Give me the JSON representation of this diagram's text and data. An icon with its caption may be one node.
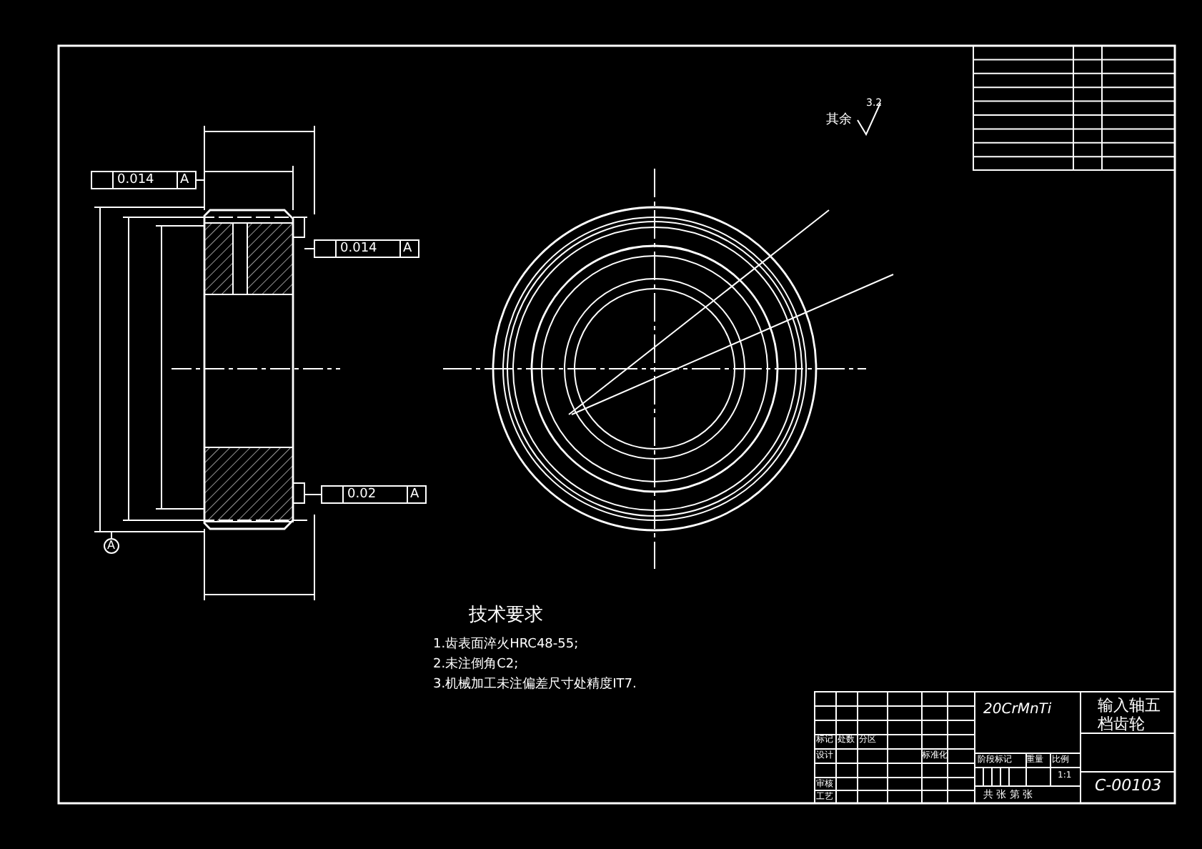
{
  "diagram": {
    "labels": [
      "其余",
      "3.2",
      "0.014",
      "A",
      "0.014",
      "A",
      "0.02",
      "A",
      "A",
      "技术要求",
      "1.齿表面淬火HRC48-55;",
      "2.未注倒角C2;",
      "3.机械加工未注偏差尺寸处精度IT7.",
      "20CrMnTi",
      "输入轴五档齿轮",
      "C-00103",
      "标记",
      "处数",
      "分区",
      "设计",
      "标准化",
      "审核",
      "工艺",
      "阶段标记",
      "重量",
      "比例",
      "1:1",
      "共 张 第 张"
    ]
  }
}
